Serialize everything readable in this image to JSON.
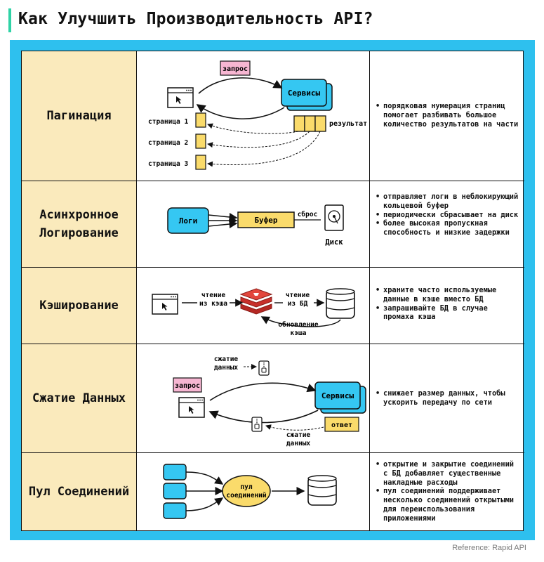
{
  "title": "Как Улучшить Производительность API?",
  "reference": "Reference: Rapid API",
  "colors": {
    "frame": "#2ec0ee",
    "name_cell": "#faeabc",
    "blue_box": "#35c7f2",
    "yellow_box": "#fadb6b",
    "pink_box": "#f7b6d2",
    "title_accent": "#2fd3a6"
  },
  "rows": {
    "pagination": {
      "name": "Пагинация",
      "diagram": {
        "request": "запрос",
        "services": "Сервисы",
        "result": "результат",
        "page1": "страница 1",
        "page2": "страница 2",
        "page3": "страница 3"
      },
      "bullets": [
        "порядковая нумерация страниц помогает разбивать большое количество результатов на части"
      ]
    },
    "async_logging": {
      "name": "Асинхронное Логирование",
      "diagram": {
        "logs": "Логи",
        "buffer": "Буфер",
        "flush": "сброс",
        "disk": "Диск"
      },
      "bullets": [
        "отправляет логи в неблокирующий кольцевой буфер",
        "периодически сбрасывает на диск",
        "более высокая пропускная способность и низкие задержки"
      ]
    },
    "caching": {
      "name": "Кэширование",
      "diagram": {
        "read_cache_1": "чтение",
        "read_cache_2": "из кэша",
        "read_db_1": "чтение",
        "read_db_2": "из БД",
        "update_cache_1": "обновление",
        "update_cache_2": "кэша"
      },
      "bullets": [
        "храните часто используемые данные в кэше вместо БД",
        "запрашивайте БД в случае промаха кэша"
      ]
    },
    "compression": {
      "name": "Сжатие Данных",
      "diagram": {
        "compress_top_1": "сжатие",
        "compress_top_2": "данных",
        "request": "запрос",
        "services": "Сервисы",
        "response": "ответ",
        "compress_bottom_1": "сжатие",
        "compress_bottom_2": "данных"
      },
      "bullets": [
        "снижает размер данных, чтобы ускорить передачу по сети"
      ]
    },
    "connection_pool": {
      "name": "Пул Соединений",
      "diagram": {
        "pool_1": "пул",
        "pool_2": "соединений"
      },
      "bullets": [
        "открытие и закрытие соединений с БД добавляет существенные накладные расходы",
        "пул соединений поддерживает несколько соединений открытыми для переиспользования приложениями"
      ]
    }
  }
}
